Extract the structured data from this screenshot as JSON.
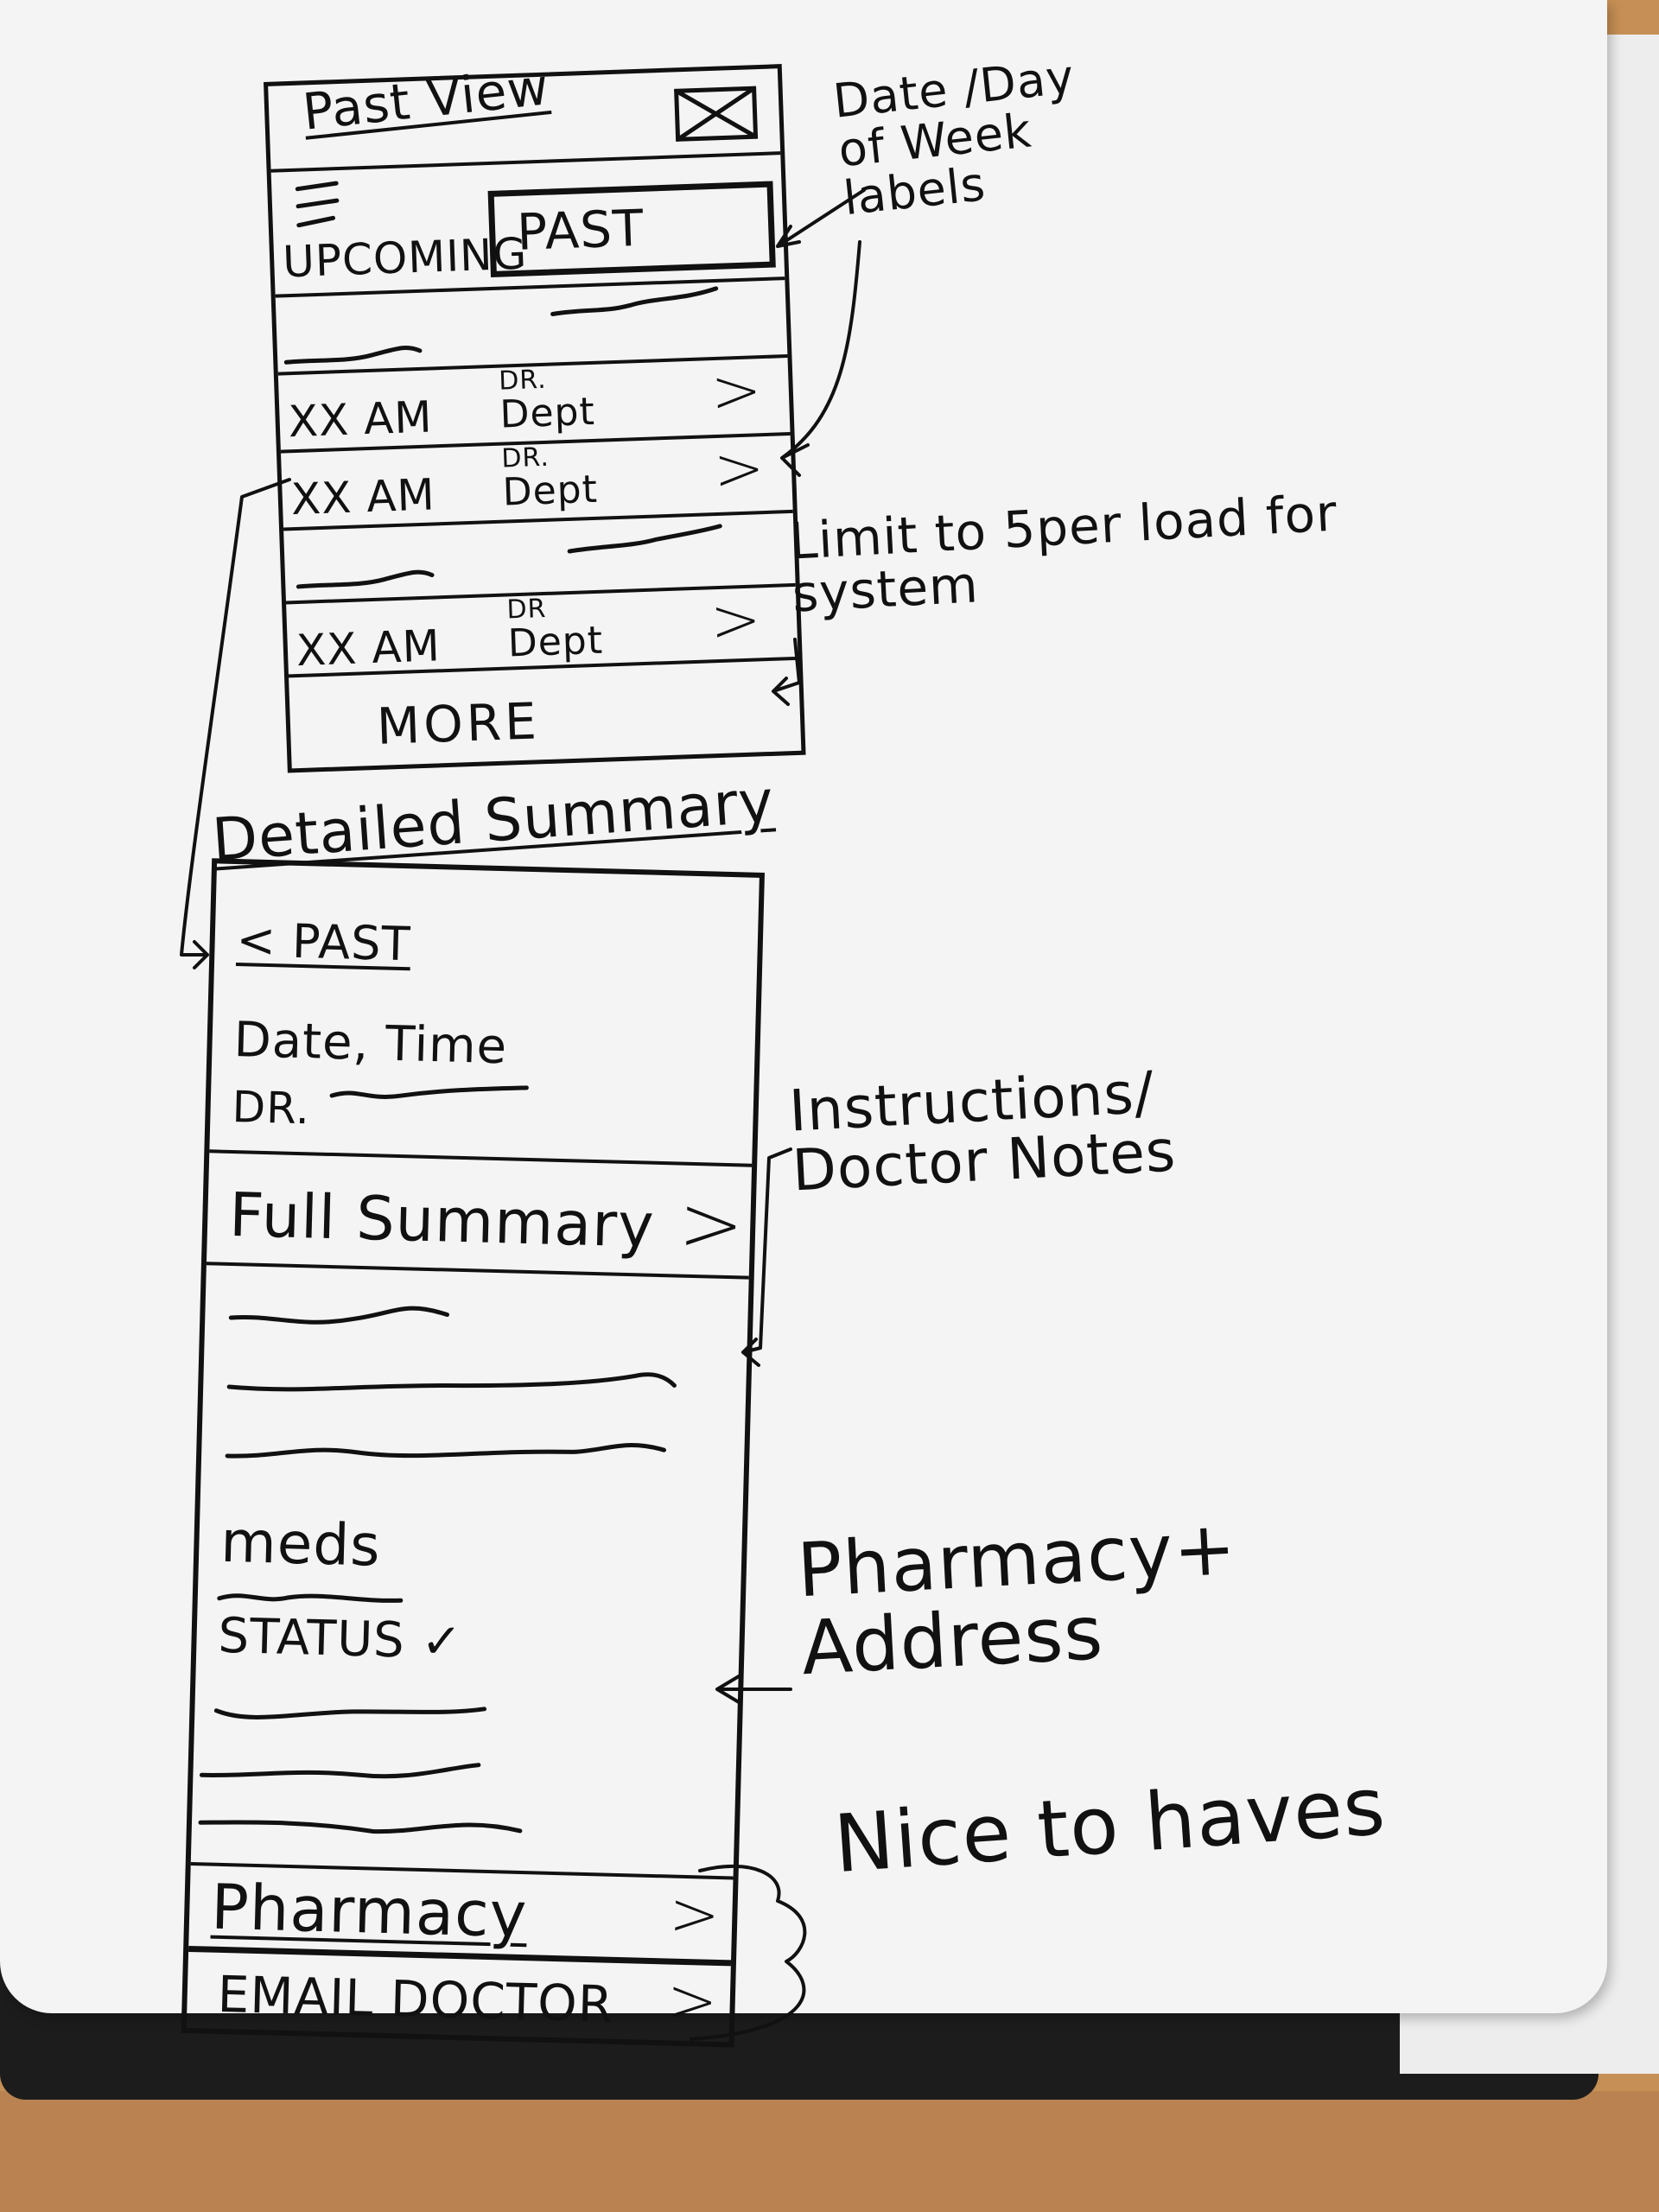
{
  "past_view": {
    "title": "Past View",
    "menu_icon": "hamburger-icon",
    "image_placeholder_icon": "image-placeholder-icon",
    "tabs": [
      {
        "label": "UPCOMING",
        "selected": false
      },
      {
        "label": "PAST",
        "selected": true
      }
    ],
    "appointments": [
      {
        "time": "XX AM",
        "doctor": "DR.",
        "dept": "Dept"
      },
      {
        "time": "XX AM",
        "doctor": "DR.",
        "dept": "Dept"
      },
      {
        "time": "XX AM",
        "doctor": "DR",
        "dept": "Dept"
      }
    ],
    "more_label": "MORE"
  },
  "detailed_summary": {
    "title": "Detailed Summary",
    "back_label": "< PAST",
    "date_time": "Date, Time",
    "doctor_label": "DR.",
    "full_summary_label": "Full Summary",
    "meds_label": "meds",
    "status_label": "STATUS ✓",
    "pharmacy_label": "Pharmacy",
    "email_doctor_label": "EMAIL DOCTOR"
  },
  "annotations": {
    "date_labels": [
      "Date /Day",
      "of Week",
      "labels"
    ],
    "limit": [
      "Limit to 5per load for",
      "system"
    ],
    "instructions": [
      "Instructions/",
      "Doctor Notes"
    ],
    "pharmacy_address": [
      "Pharmacy+",
      "Address"
    ],
    "nice_to_haves": "Nice to haves"
  }
}
